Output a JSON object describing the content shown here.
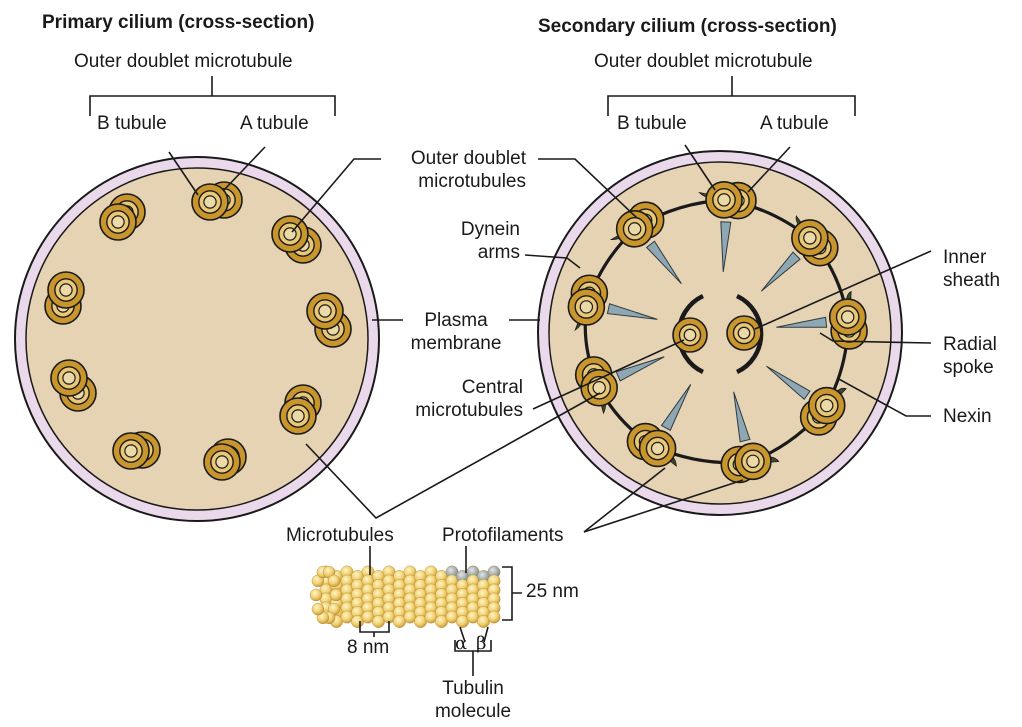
{
  "titles": {
    "primary": "Primary cilium (cross-section)",
    "secondary": "Secondary cilium (cross-section)"
  },
  "labels": {
    "outer_doublet_left": "Outer doublet microtubule",
    "b_tubule_left": "B tubule",
    "a_tubule_left": "A tubule",
    "outer_doublet_right": "Outer doublet microtubule",
    "b_tubule_right": "B tubule",
    "a_tubule_right": "A tubule",
    "outer_doublet_microtubules_line1": "Outer doublet",
    "outer_doublet_microtubules_line2": "microtubules",
    "dynein_line1": "Dynein",
    "dynein_line2": "arms",
    "plasma_line1": "Plasma",
    "plasma_line2": "membrane",
    "central_line1": "Central",
    "central_line2": "microtubules",
    "inner_sheath_line1": "Inner",
    "inner_sheath_line2": "sheath",
    "radial_spoke_line1": "Radial",
    "radial_spoke_line2": "spoke",
    "nexin": "Nexin",
    "microtubules": "Microtubules",
    "protofilaments": "Protofilaments",
    "dim_25nm": "25 nm",
    "dim_8nm": "8 nm",
    "alpha": "α",
    "beta": "β",
    "tubulin_line1": "Tubulin",
    "tubulin_line2": "molecule"
  },
  "colors": {
    "cytoplasm": "#e6d3b3",
    "membrane": "#ead9ea",
    "outline": "#1a1a1a",
    "tubule_outer": "#c8962c",
    "tubule_inner": "#e8c777",
    "tubule_core": "#ecd9a8",
    "dynein_arm": "#3e4a2a",
    "radial_spoke": "#8ea7b3",
    "microtubule_bead": "#f1d27a",
    "protofilament_bead": "#9ea5a8"
  }
}
